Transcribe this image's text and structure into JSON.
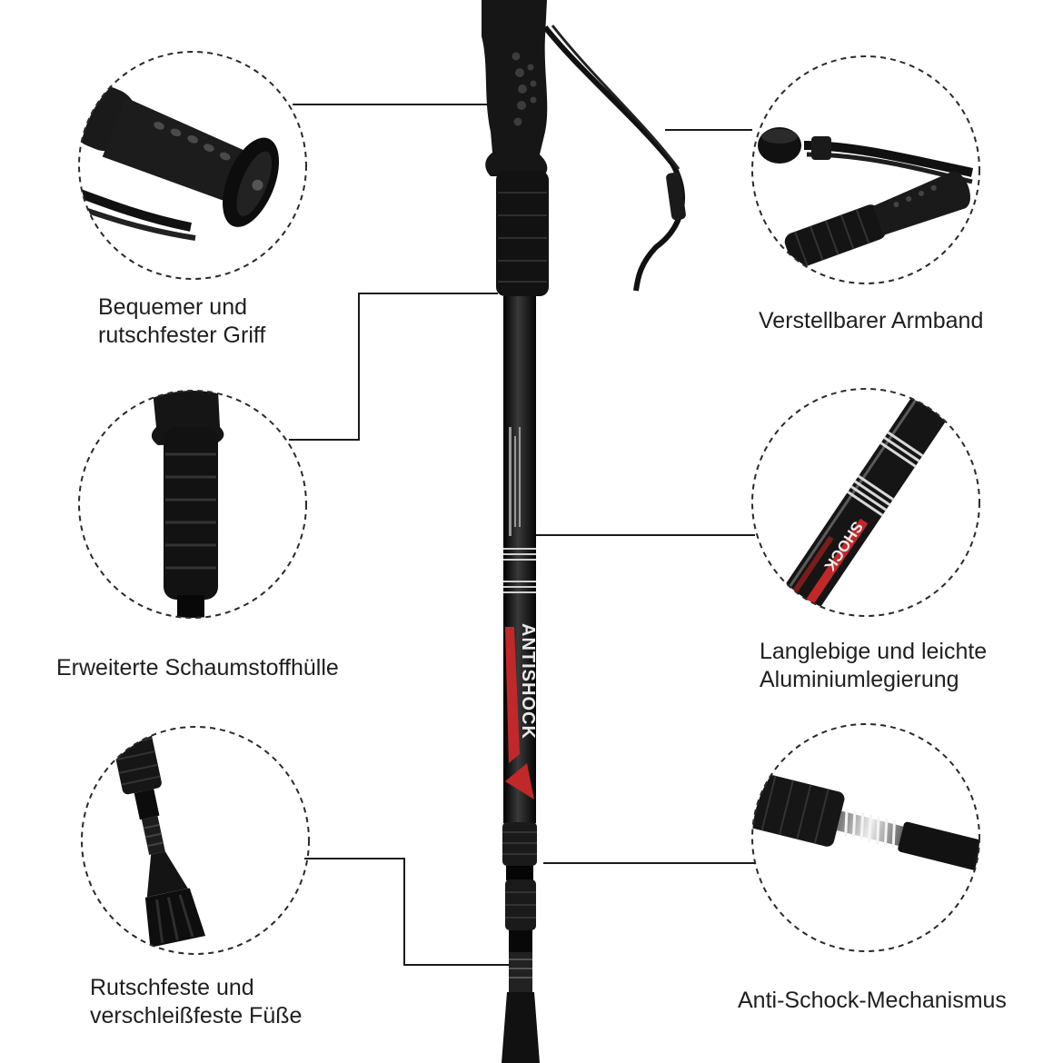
{
  "features": [
    {
      "id": "grip",
      "lines": [
        "Bequemer und",
        "rutschfester Griff"
      ]
    },
    {
      "id": "strap",
      "lines": [
        "Verstellbarer Armband"
      ]
    },
    {
      "id": "foam",
      "lines": [
        "Erweiterte Schaumstoffhülle"
      ]
    },
    {
      "id": "alloy",
      "lines": [
        "Langlebige und leichte",
        "Aluminiumlegierung"
      ]
    },
    {
      "id": "feet",
      "lines": [
        "Rutschfeste und",
        "verschleißfeste Füße"
      ]
    },
    {
      "id": "shock",
      "lines": [
        "Anti-Schock-Mechanismus"
      ]
    }
  ],
  "pole_print": {
    "brand": "ANTISHOCK",
    "detail_brand": "SHOCK"
  },
  "colors": {
    "pole": "#111111",
    "accent": "#c0282a",
    "circle_border": "#2a2a2a",
    "connector": "#1a1a1a"
  }
}
